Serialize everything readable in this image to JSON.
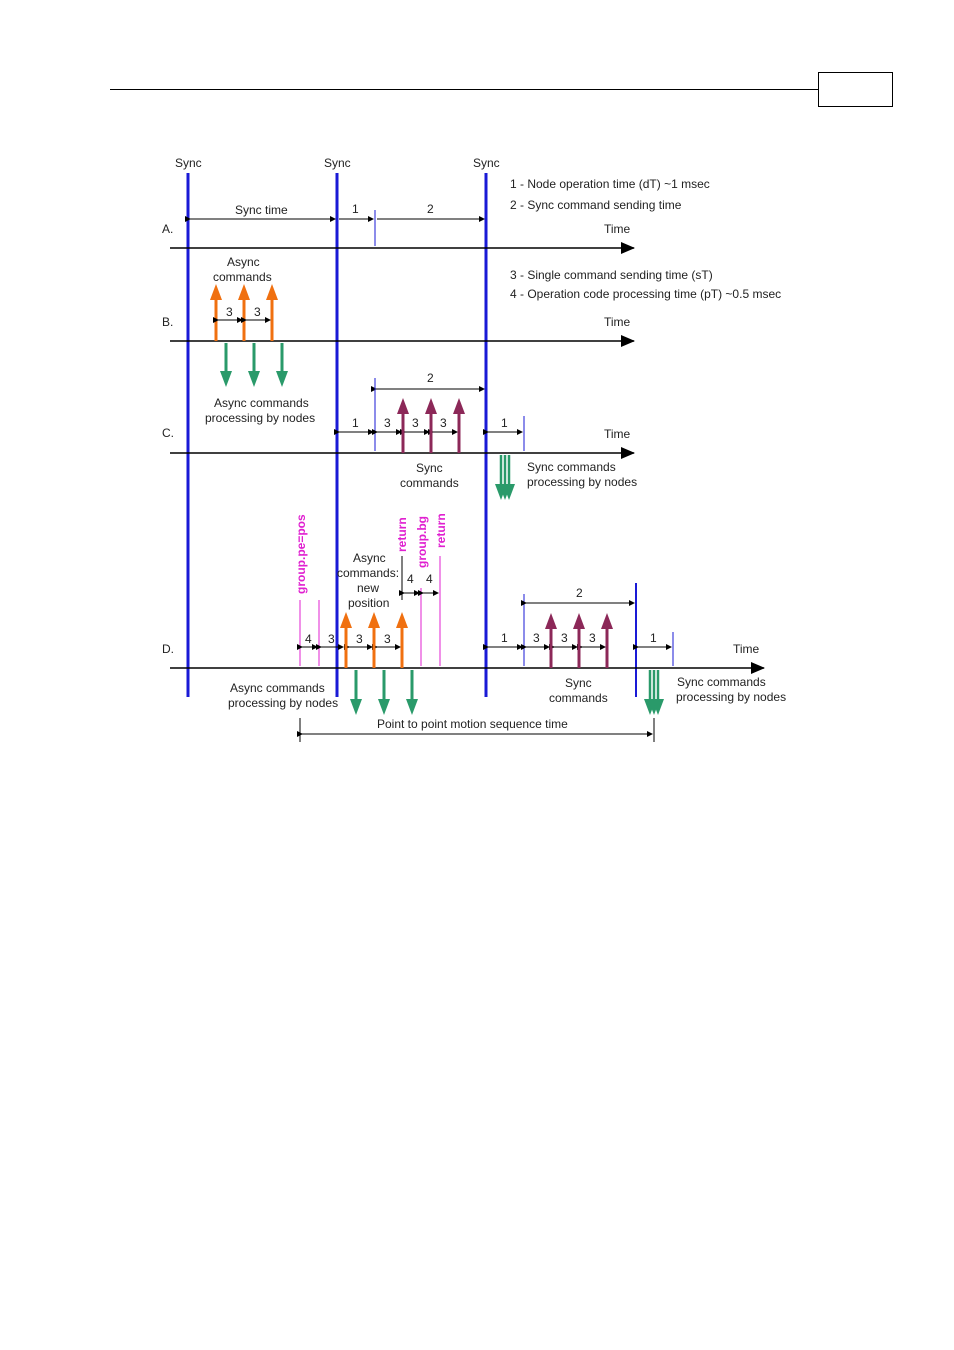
{
  "header": {
    "page_number": ""
  },
  "labels": {
    "sync": "Sync",
    "time": "Time",
    "sync_time": "Sync time",
    "rows": [
      "A.",
      "B.",
      "C.",
      "D."
    ],
    "n1": "1",
    "n2": "2",
    "n3": "3",
    "n4": "4",
    "async_commands_l1": "Async",
    "async_commands_l2": "commands",
    "async_processing_l1": "Async commands",
    "async_processing_l2": "processing by nodes",
    "sync_commands_l1": "Sync",
    "sync_commands_l2": "commands",
    "sync_processing_l1": "Sync commands",
    "sync_processing_l2": "processing by nodes",
    "async_new_l1": "Async",
    "async_new_l2": "commands:",
    "async_new_l3": "new",
    "async_new_l4": "position",
    "p2p_time": "Point to point motion sequence time",
    "cmd_group_pe": "group.pe=pos",
    "cmd_return_1": "return",
    "cmd_group_bg": "group.bg",
    "cmd_return_2": "return"
  },
  "legend": [
    "1 - Node operation time (dT) ~1 msec",
    "2 - Sync command sending time",
    "3 - Single command sending time  (sT)",
    "4 - Operation code processing time (pT) ~0.5 msec"
  ],
  "colors": {
    "sync_line": "#1a1ad6",
    "async_cmd": "#f07010",
    "sync_cmd": "#8c2858",
    "processing": "#2a9a6a",
    "annotation": "#e020d0"
  }
}
